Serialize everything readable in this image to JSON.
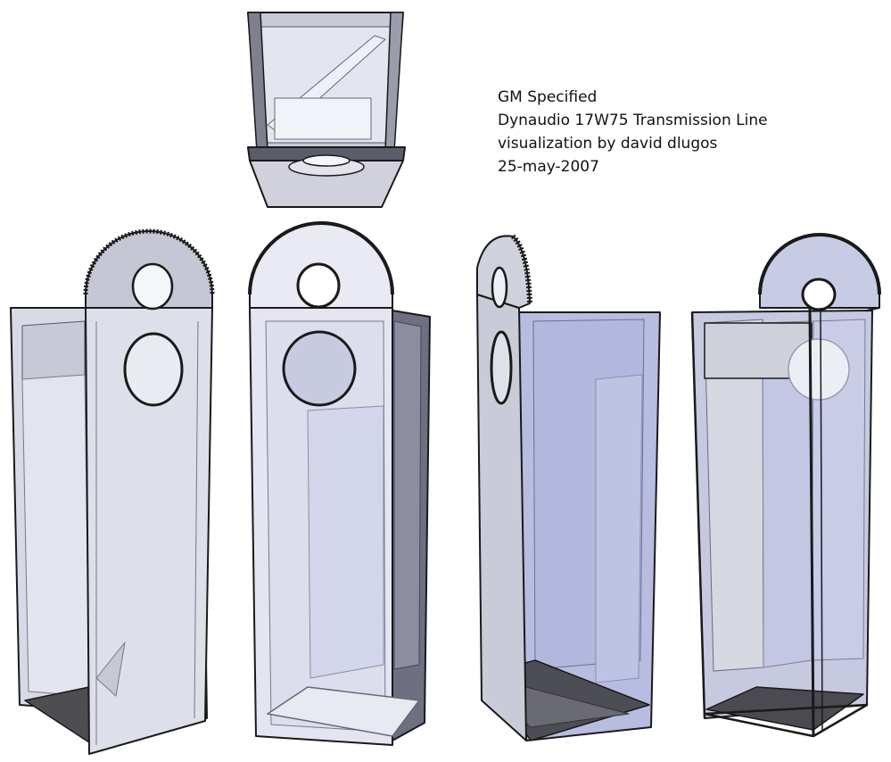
{
  "caption": {
    "line1": "GM Specified",
    "line2": "Dynaudio 17W75 Transmission Line",
    "line3": "visualization by david dlugos",
    "line4": "25-may-2007"
  },
  "colors": {
    "background": "#ffffff",
    "outline": "#1a1a1a",
    "panel_light": "#dcdde8",
    "panel_blue": "#b9bedf",
    "panel_dark": "#6d6f7f",
    "floor": "#4a4a4a"
  },
  "views": [
    "top-view",
    "front-left-view",
    "front-right-view",
    "side-view",
    "rear-view"
  ]
}
